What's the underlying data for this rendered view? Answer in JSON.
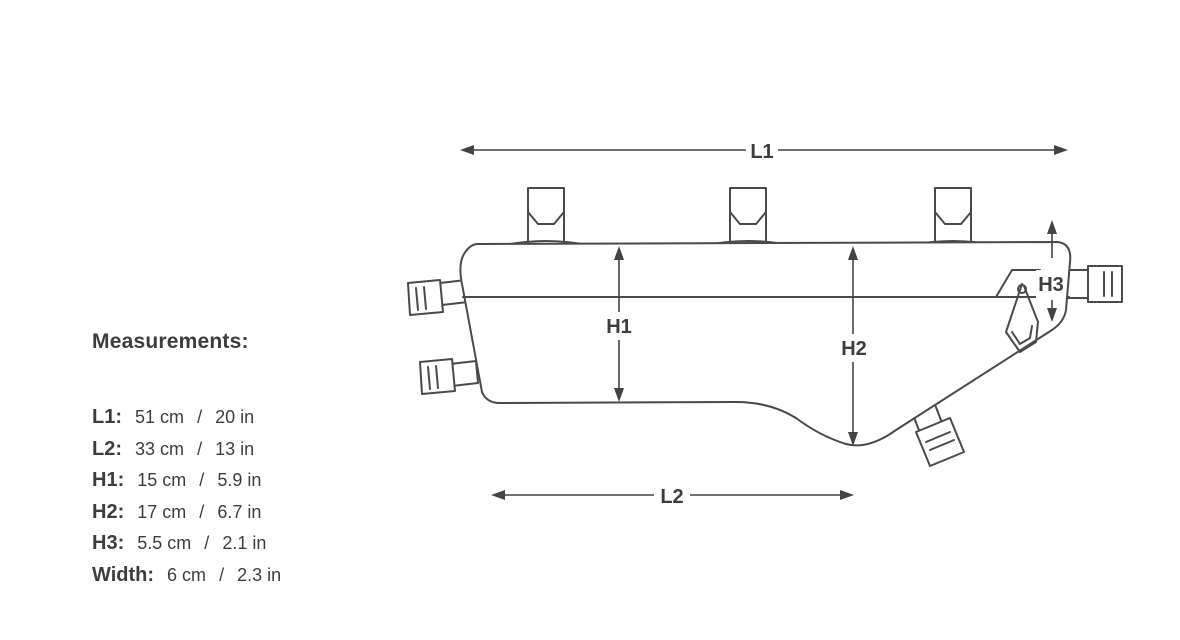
{
  "dimension_labels": {
    "l1": "L1",
    "l2": "L2",
    "h1": "H1",
    "h2": "H2",
    "h3": "H3"
  },
  "measurements": {
    "title": "Measurements:",
    "rows": [
      {
        "key": "L1:",
        "metric": "51 cm",
        "separator": "/",
        "imperial": "20 in"
      },
      {
        "key": "L2:",
        "metric": "33 cm",
        "separator": "/",
        "imperial": "13 in"
      },
      {
        "key": "H1:",
        "metric": "15 cm",
        "separator": "/",
        "imperial": "5.9 in"
      },
      {
        "key": "H2:",
        "metric": "17 cm",
        "separator": "/",
        "imperial": "6.7 in"
      },
      {
        "key": "H3:",
        "metric": "5.5 cm",
        "separator": "/",
        "imperial": "2.1 in"
      },
      {
        "key": "Width:",
        "metric": "6 cm",
        "separator": "/",
        "imperial": "2.3 in"
      }
    ]
  },
  "colors": {
    "line": "#4a4a4a",
    "text": "#3d3d3d",
    "background": "#ffffff"
  }
}
